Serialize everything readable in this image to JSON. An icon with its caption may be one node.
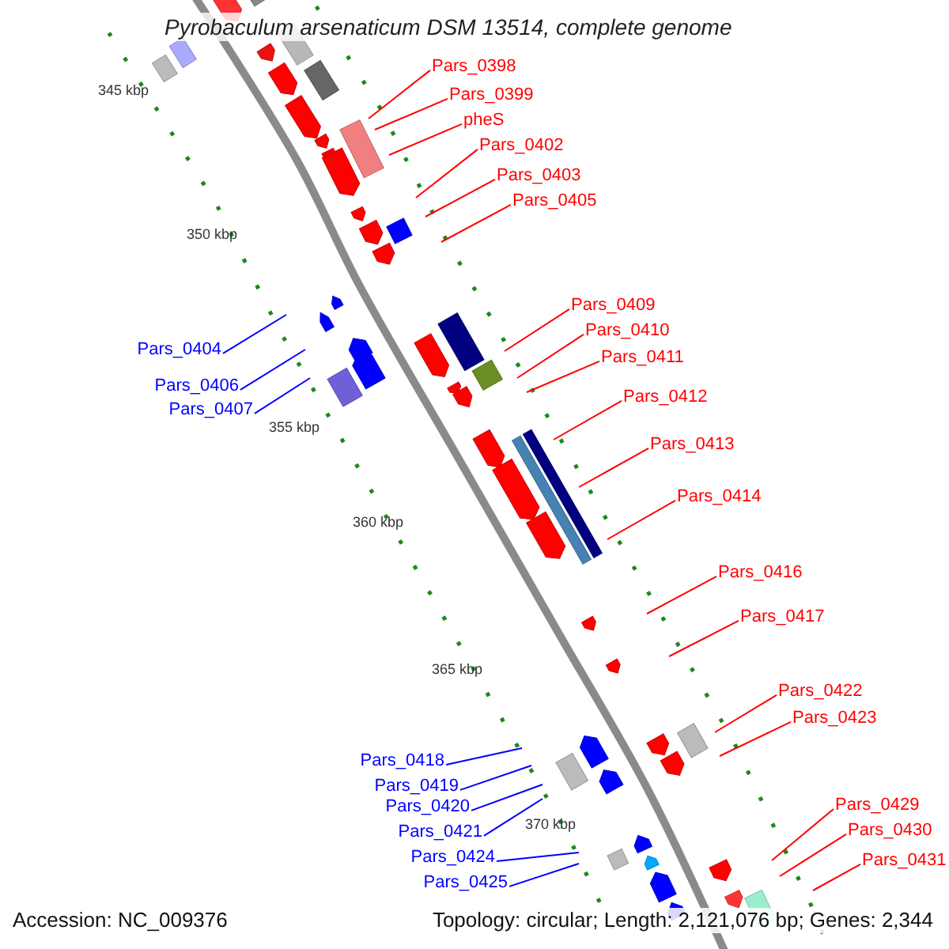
{
  "diagram": {
    "title": "Pyrobaculum arsenaticum DSM 13514, complete genome",
    "nodes": [
      {
        "text": [
          "Pars_0398"
        ]
      },
      {
        "text": [
          "Pars_0399"
        ]
      },
      {
        "text": [
          "pheS"
        ]
      },
      {
        "text": [
          "Pars_0402"
        ]
      },
      {
        "text": [
          "Pars_0403"
        ]
      },
      {
        "text": [
          "Pars_0405"
        ]
      },
      {
        "text": [
          "Pars_0409"
        ]
      },
      {
        "text": [
          "Pars_0410"
        ]
      },
      {
        "text": [
          "Pars_0404"
        ]
      },
      {
        "text": [
          "Pars_0411"
        ]
      },
      {
        "text": [
          "Pars_0406"
        ]
      },
      {
        "text": [
          "Pars_0412"
        ]
      },
      {
        "text": [
          "Pars_0407"
        ]
      },
      {
        "text": [
          "Pars_0413"
        ]
      },
      {
        "text": [
          "Pars_0414"
        ]
      },
      {
        "text": [
          "Pars_0416"
        ]
      },
      {
        "text": [
          "Pars_0417"
        ]
      },
      {
        "text": [
          "Pars_0422"
        ]
      },
      {
        "text": [
          "Pars_0423"
        ]
      },
      {
        "text": [
          "Pars_0418"
        ]
      },
      {
        "text": [
          "Pars_0419"
        ]
      },
      {
        "text": [
          "Pars_0420"
        ]
      },
      {
        "text": [
          "Pars_0429"
        ]
      },
      {
        "text": [
          "Pars_0421"
        ]
      },
      {
        "text": [
          "Pars_0430"
        ]
      },
      {
        "text": [
          "Pars_0424"
        ]
      },
      {
        "text": [
          "Pars_0431"
        ]
      },
      {
        "text": [
          "Pars_0425"
        ]
      }
    ],
    "edges": [
      {
        "from": 0,
        "to": null,
        "arrow": "none"
      },
      {
        "from": 1,
        "to": null,
        "arrow": "none"
      },
      {
        "from": 2,
        "to": null,
        "arrow": "none"
      },
      {
        "from": 3,
        "to": null,
        "arrow": "none"
      },
      {
        "from": 4,
        "to": null,
        "arrow": "none"
      },
      {
        "from": 5,
        "to": null,
        "arrow": "none"
      },
      {
        "from": 6,
        "to": null,
        "arrow": "none"
      },
      {
        "from": 7,
        "to": null,
        "arrow": "none"
      },
      {
        "from": 8,
        "to": null,
        "arrow": "none",
        "color": "#0000ff"
      },
      {
        "from": 9,
        "to": null,
        "arrow": "none"
      },
      {
        "from": 10,
        "to": null,
        "arrow": "none",
        "color": "#0000ff"
      },
      {
        "from": 11,
        "to": null,
        "arrow": "none"
      },
      {
        "from": 12,
        "to": null,
        "arrow": "none",
        "color": "#0000ff"
      },
      {
        "from": 13,
        "to": null,
        "arrow": "none"
      },
      {
        "from": 14,
        "to": null,
        "arrow": "none"
      },
      {
        "from": 15,
        "to": null,
        "arrow": "none"
      },
      {
        "from": 16,
        "to": null,
        "arrow": "none"
      },
      {
        "from": 17,
        "to": null,
        "arrow": "none"
      },
      {
        "from": 18,
        "to": null,
        "arrow": "none"
      },
      {
        "from": 19,
        "to": null,
        "arrow": "none",
        "color": "#0000ff"
      },
      {
        "from": 20,
        "to": null,
        "arrow": "none",
        "color": "#0000ff"
      },
      {
        "from": 21,
        "to": null,
        "arrow": "none",
        "color": "#0000ff"
      },
      {
        "from": 22,
        "to": null,
        "arrow": "none"
      },
      {
        "from": 23,
        "to": null,
        "arrow": "none",
        "color": "#0000ff"
      },
      {
        "from": 24,
        "to": null,
        "arrow": "none"
      },
      {
        "from": 25,
        "to": null,
        "arrow": "none",
        "color": "#0000ff"
      },
      {
        "from": 26,
        "to": null,
        "arrow": "none"
      },
      {
        "from": 27,
        "to": null,
        "arrow": "none",
        "color": "#0000ff"
      }
    ],
    "labels": [
      "345 kbp",
      "350 kbp",
      "355 kbp",
      "360 kbp",
      "365 kbp",
      "370 kbp",
      "Accession: NC_009376",
      "Topology: circular; Length: 2,121,076 bp; Genes: 2,344"
    ]
  }
}
